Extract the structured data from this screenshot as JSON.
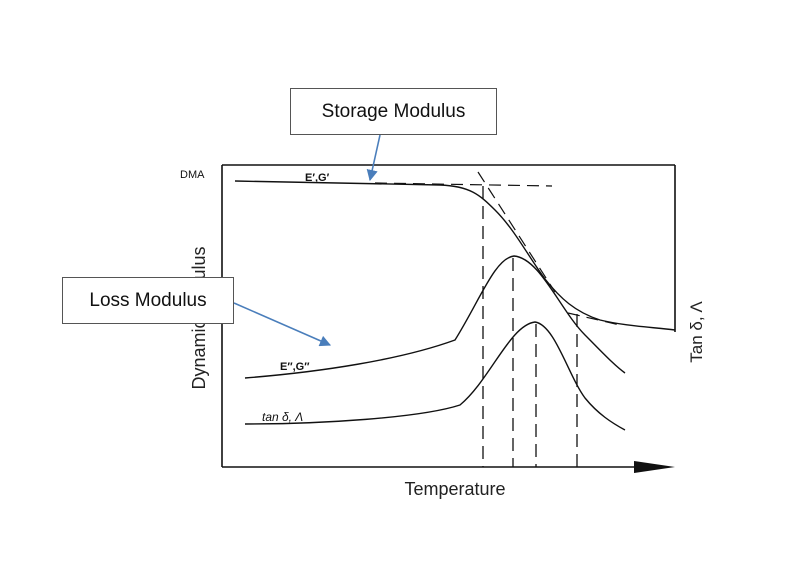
{
  "labels": {
    "dma": "DMA",
    "storage_curve": "E′,G′",
    "loss_curve": "E″,G″",
    "tan_curve": "tan δ, Λ",
    "y_left": "Dynamic Modulus",
    "y_right": "Tan  δ, Λ",
    "x_axis": "Temperature"
  },
  "callouts": {
    "storage": "Storage Modulus",
    "loss": "Loss Modulus"
  },
  "colors": {
    "line": "#111111",
    "arrow": "#4a7ebb",
    "box_border": "#555555"
  }
}
